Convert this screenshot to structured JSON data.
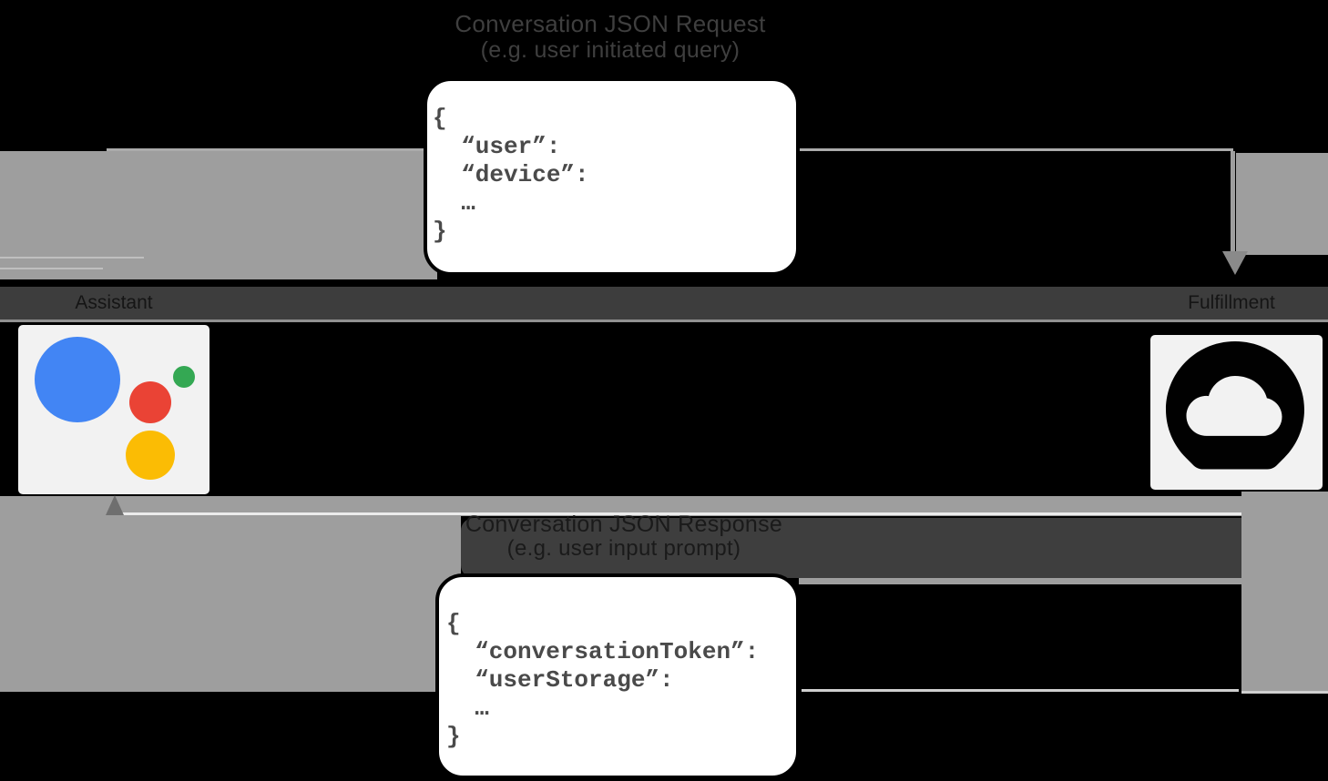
{
  "diagram": {
    "request": {
      "title": "Conversation JSON Request",
      "subtitle": "(e.g. user initiated query)",
      "code": [
        "{",
        "  “user”:",
        "  “device”:",
        "  …",
        "}"
      ]
    },
    "response": {
      "title": "Conversation JSON Response",
      "subtitle": "(e.g. user input prompt)",
      "code": [
        "{",
        "  “conversationToken”:",
        "  “userStorage”:",
        "  …",
        "}"
      ]
    },
    "actors": {
      "assistant": "Assistant",
      "fulfillment": "Fulfillment"
    },
    "colors": {
      "background": "#000000",
      "arrow_gray": "#9e9e9e",
      "band_dark": "#3d3d3d",
      "label_text": "#3f3f3f",
      "code_text": "#4a4a4a",
      "box_bg": "#ffffff",
      "box_border": "#000000",
      "logo_tile_bg": "#f2f2f2",
      "assistant_blue": "#4285f4",
      "assistant_red": "#ea4335",
      "assistant_green": "#34a853",
      "assistant_yellow": "#fbbc04",
      "cloud_icon": "#010101"
    }
  }
}
